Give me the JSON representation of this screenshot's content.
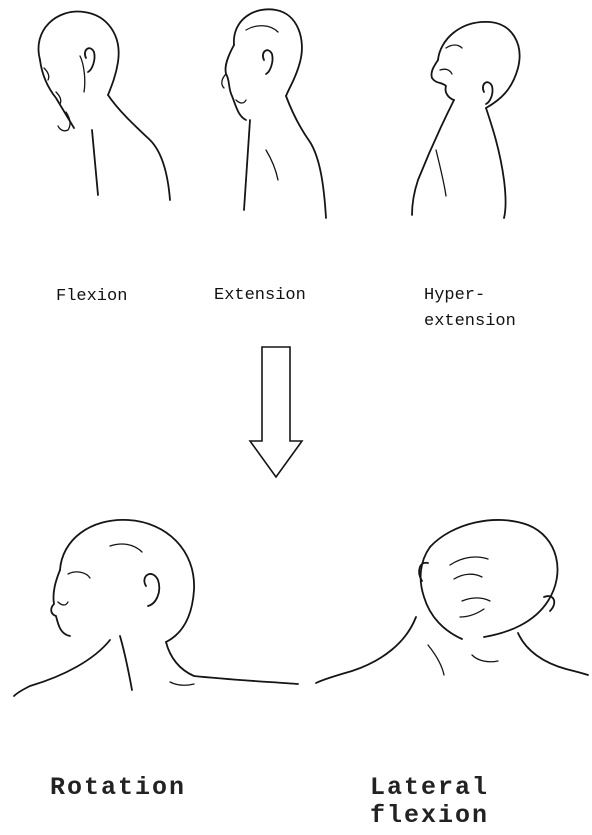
{
  "top_row": [
    {
      "name": "flexion",
      "label": "Flexion"
    },
    {
      "name": "extension",
      "label": "Extension"
    },
    {
      "name": "hyperextension",
      "label_line1": "Hyper-",
      "label_line2": "extension"
    }
  ],
  "bottom_row": [
    {
      "name": "rotation",
      "label": "Rotation"
    },
    {
      "name": "lateral-flexion",
      "label_line1": "Lateral",
      "label_line2": "flexion"
    }
  ],
  "arrow": {
    "direction": "down",
    "icon": "down-arrow-icon"
  }
}
